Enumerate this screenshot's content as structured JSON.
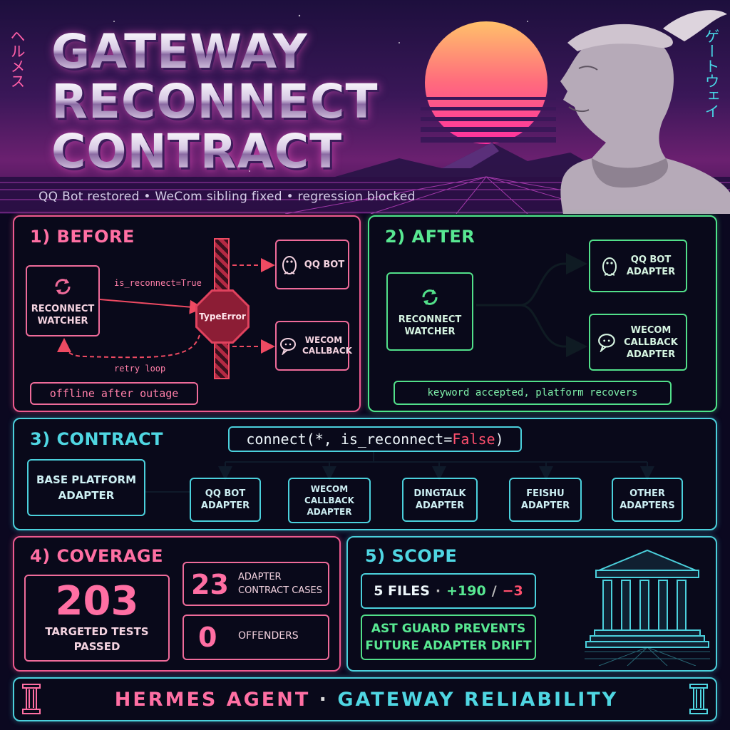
{
  "hero": {
    "title_line1": "GATEWAY",
    "title_line2": "RECONNECT",
    "title_line3": "CONTRACT",
    "subtitle": "QQ Bot restored  •  WeCom sibling fixed  •  regression blocked",
    "katakana_left": "ヘルメス",
    "katakana_right": "ゲートウェイ"
  },
  "before": {
    "title": "1) BEFORE",
    "watcher_label": "RECONNECT WATCHER",
    "edge_label": "is_reconnect=True",
    "error_label": "TypeError",
    "qq_label": "QQ BOT",
    "wecom_label": "WECOM CALLBACK",
    "retry_label": "retry loop",
    "status": "offline after outage"
  },
  "after": {
    "title": "2) AFTER",
    "watcher_label": "RECONNECT WATCHER",
    "qq_label": "QQ BOT ADAPTER",
    "wecom_label": "WECOM CALLBACK ADAPTER",
    "status": "keyword accepted, platform recovers"
  },
  "contract": {
    "title": "3) CONTRACT",
    "code_prefix": "connect(*, is_reconnect=",
    "code_value": "False",
    "code_suffix": ")",
    "base_label": "BASE PLATFORM ADAPTER",
    "adapters": [
      "QQ BOT ADAPTER",
      "WECOM CALLBACK ADAPTER",
      "DINGTALK ADAPTER",
      "FEISHU ADAPTER",
      "OTHER ADAPTERS"
    ]
  },
  "coverage": {
    "title": "4) COVERAGE",
    "tests_count": "203",
    "tests_label": "TARGETED TESTS PASSED",
    "cases_count": "23",
    "cases_label": "ADAPTER CONTRACT CASES",
    "offenders_count": "0",
    "offenders_label": "OFFENDERS"
  },
  "scope": {
    "title": "5) SCOPE",
    "files": "5 FILES",
    "sep": "·",
    "added": "+190",
    "slash": "/",
    "removed": "−3",
    "guard": "AST GUARD PREVENTS FUTURE ADAPTER DRIFT"
  },
  "footer": {
    "left": "HERMES AGENT",
    "sep": "·",
    "right": "GATEWAY RELIABILITY"
  },
  "colors": {
    "pink": "#ff6fa3",
    "green": "#58e892",
    "cyan": "#4fd6e2",
    "error": "#e0425e"
  },
  "icons": [
    "reconnect-icon",
    "penguin-icon",
    "chat-icon",
    "temple-icon",
    "pillar-icon"
  ]
}
